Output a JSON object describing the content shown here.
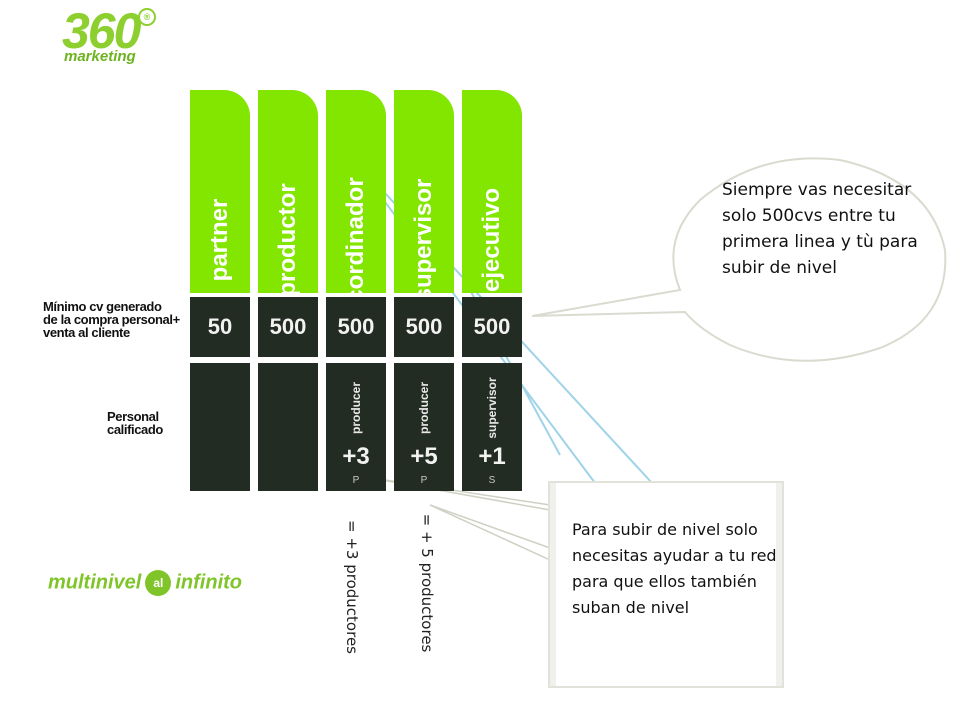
{
  "logo": {
    "number": "360",
    "mark": "®",
    "subtitle": "marketing"
  },
  "labels": {
    "min_cv": [
      "Mínimo cv generado",
      "de la compra personal+",
      "venta al cliente"
    ],
    "personal": [
      "Personal",
      "calificado"
    ]
  },
  "columns": [
    {
      "title": "partner",
      "cv": "50",
      "role": "",
      "count": "",
      "letter": ""
    },
    {
      "title": "productor",
      "cv": "500",
      "role": "",
      "count": "",
      "letter": ""
    },
    {
      "title": "cordinador",
      "cv": "500",
      "role": "producer",
      "count": "+3",
      "letter": "P"
    },
    {
      "title": "supervisor",
      "cv": "500",
      "role": "producer",
      "count": "+5",
      "letter": "P"
    },
    {
      "title": "ejecutivo",
      "cv": "500",
      "role": "supervisor",
      "count": "+1",
      "letter": "S"
    }
  ],
  "annotations": {
    "left": "= +3 productores",
    "right": "= + 5 productores"
  },
  "bubble": {
    "text": "Siempre vas necesitar solo 500cvs entre tu primera linea y tù para subir de nivel"
  },
  "box": {
    "text": "Para subir de nivel solo necesitas ayudar a tu red para que ellos también suban de nivel"
  },
  "brand": {
    "left": "multinivel",
    "middle": "al",
    "right": "infinito"
  },
  "colors": {
    "green": "#82e600",
    "dark": "#232c23"
  }
}
